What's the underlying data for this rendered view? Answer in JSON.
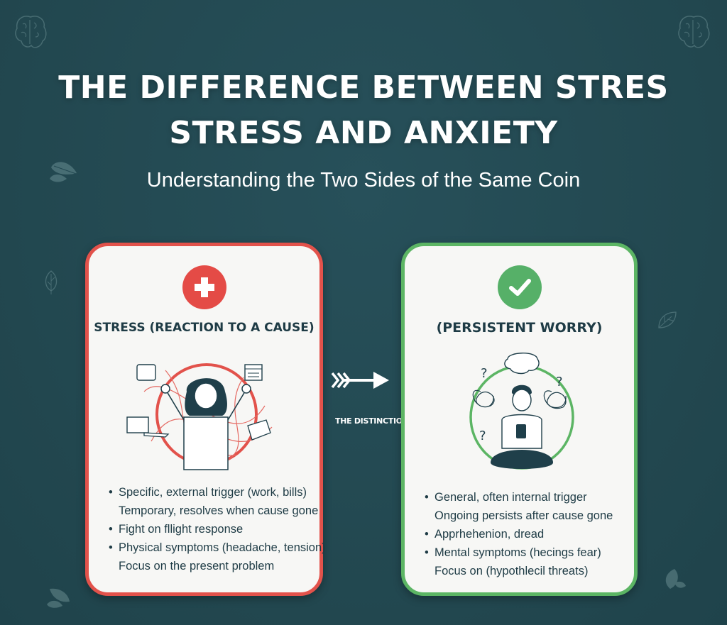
{
  "header": {
    "title_line1": "THE DIFFERENCE BETWEEN STRES",
    "title_line2": "STRESS AND ANXIETY",
    "subtitle": "Understanding the Two Sides of the Same Coin"
  },
  "connector": {
    "label": "THE DISTINCTIO",
    "icon": "arrow-right-icon"
  },
  "cards": [
    {
      "id": "stress",
      "icon": "plus-icon",
      "title": "STRESS (REACTION TO A CAUSE)",
      "accent_color": "#e2524b",
      "illustration": "stressed-woman-illustration",
      "items": [
        {
          "text": "Specific, external trigger (work, bills)",
          "bullet": true
        },
        {
          "text": "Temporary, resolves when cause gone",
          "bullet": false
        },
        {
          "text": "Fight on fllight response",
          "bullet": true
        },
        {
          "text": "Physical symptoms (headache, tension)",
          "bullet": true
        },
        {
          "text": "Focus on the present problem",
          "bullet": false
        }
      ]
    },
    {
      "id": "anxiety",
      "icon": "check-icon",
      "title": "(PERSISTENT WORRY)",
      "accent_color": "#5cb564",
      "illustration": "worried-man-illustration",
      "items": [
        {
          "text": "General, often internal trigger",
          "bullet": true
        },
        {
          "text": "Ongoing persists after cause gone",
          "bullet": false
        },
        {
          "text": "Apprhehenion, dread",
          "bullet": true
        },
        {
          "text": "Mental symptoms (hecings fear)",
          "bullet": true
        },
        {
          "text": "Focus on (hypothlecil threats)",
          "bullet": false
        }
      ]
    }
  ],
  "colors": {
    "background": "#234a54",
    "stress_accent": "#e2524b",
    "anxiety_accent": "#5cb564",
    "card_text": "#1e3b45"
  }
}
